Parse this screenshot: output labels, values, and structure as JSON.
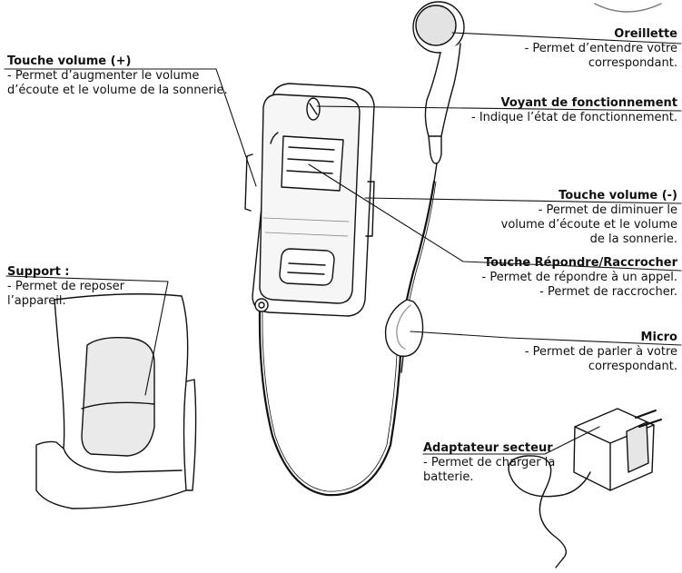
{
  "labels": {
    "oreillette": {
      "title": "Oreillette",
      "desc": "- Permet d’entendre votre correspondant."
    },
    "touche_volume_plus": {
      "title": "Touche volume (+)",
      "desc": "- Permet d’augmenter le volume d’écoute et le volume de la sonnerie."
    },
    "voyant": {
      "title": "Voyant de fonctionnement",
      "desc": "- Indique l’état de fonctionnement."
    },
    "touche_volume_minus": {
      "title": "Touche volume (-)",
      "desc": "- Permet de diminuer le volume d’écoute et le volume de la sonnerie."
    },
    "support": {
      "title": "Support :",
      "desc": "- Permet de reposer l’appareil."
    },
    "touche_repondre": {
      "title": "Touche Répondre/Raccrocher",
      "desc1": "- Permet de répondre à un appel.",
      "desc2": "- Permet de raccrocher."
    },
    "micro": {
      "title": "Micro",
      "desc": "- Permet de parler à votre correspondant."
    },
    "adaptateur": {
      "title": "Adaptateur secteur",
      "desc": "- Permet de charger la batterie."
    }
  },
  "colors": {
    "line": "#111111",
    "fill": "#ffffff",
    "shade": "#cfcfcf"
  }
}
